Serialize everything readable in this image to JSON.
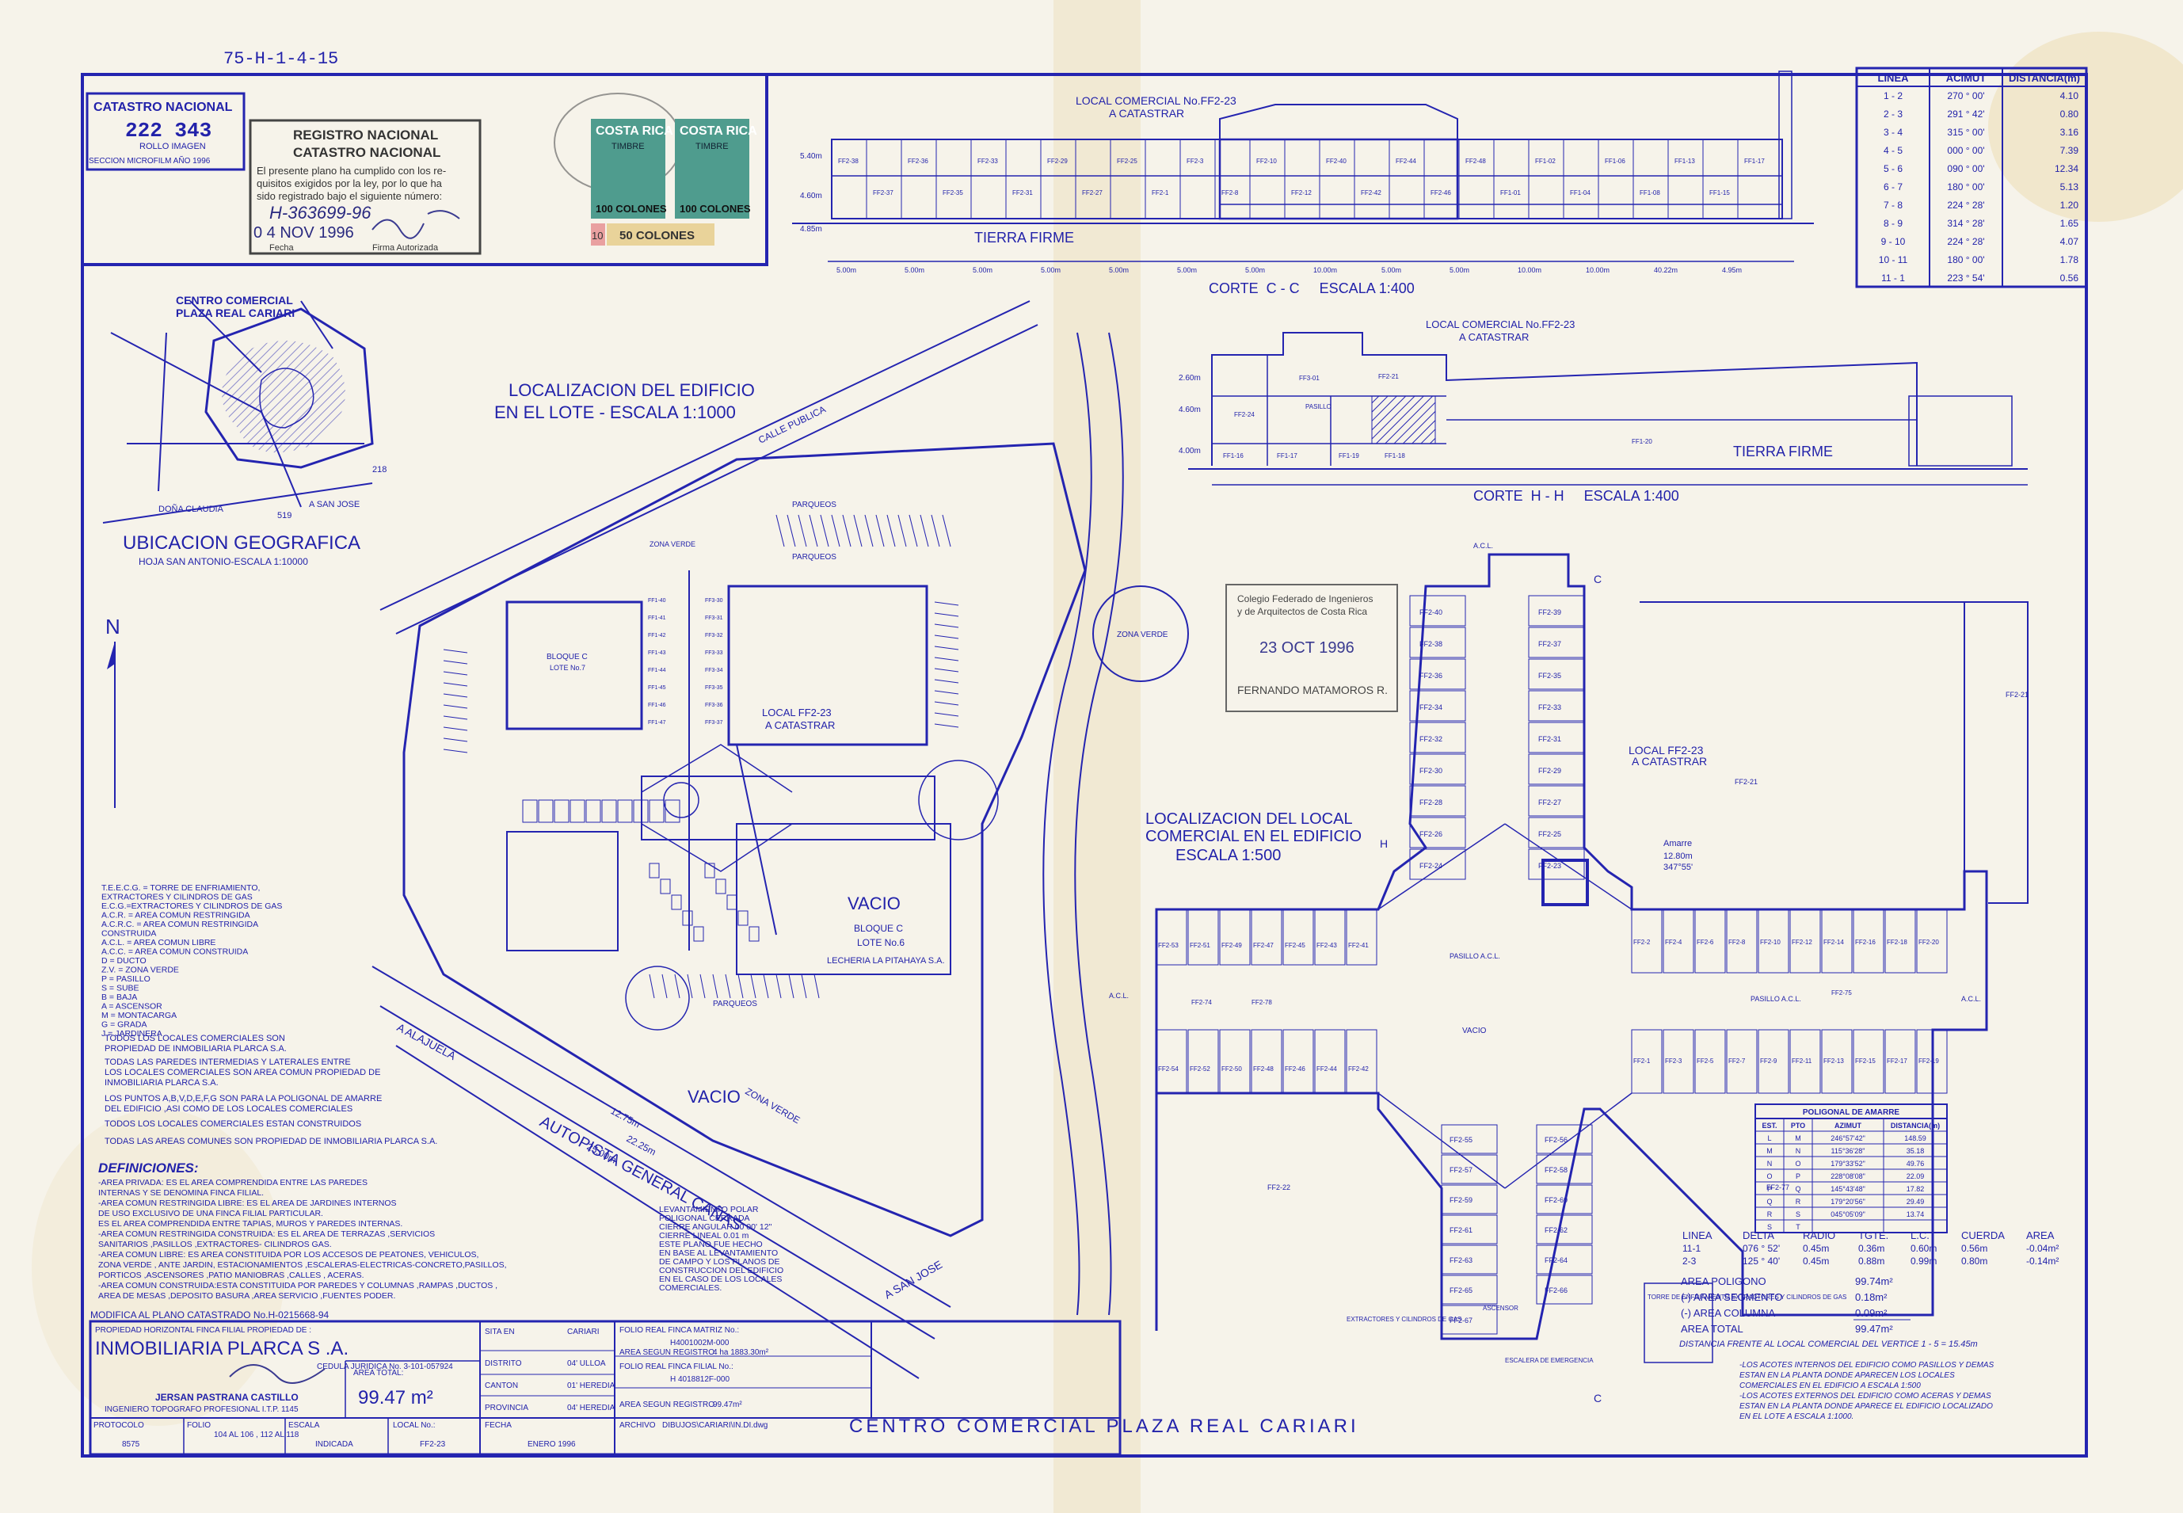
{
  "file_code": "75-H-1-4-15",
  "catastro": {
    "title": "CATASTRO NACIONAL",
    "number": "222 343",
    "rollo": "ROLLO IMAGEN",
    "seccion": "SECCION MICROFILM AÑO 1996"
  },
  "registro": {
    "title1": "REGISTRO NACIONAL",
    "title2": "CATASTRO NACIONAL",
    "body1": "El presente plano ha cumplido con los re-",
    "body2": "quisitos exigidos por la ley, por lo que ha",
    "body3": "sido registrado bajo el siguiente número:",
    "number": "H-363699-96",
    "date": "0 4 NOV 1996",
    "fecha": "Fecha",
    "firma": "Firma Autorizada"
  },
  "stamps": {
    "country": "COSTA RICA",
    "timbre": "TIMBRE",
    "value1": "100 COLONES",
    "value2": "100 COLONES",
    "value3": "50 COLONES",
    "small": "10"
  },
  "corte_cc": {
    "label_top1": "LOCAL COMERCIAL No.FF2-23",
    "label_top2": "A CATASTRAR",
    "ground": "TIERRA FIRME",
    "title": "CORTE  C - C     ESCALA 1:400",
    "dims": [
      "5.00m",
      "5.00m",
      "5.00m",
      "5.00m",
      "5.00m",
      "5.00m",
      "5.00m",
      "10.00m",
      "5.00m",
      "5.00m",
      "10.00m",
      "10.00m",
      "40.22m",
      "4.95m"
    ],
    "units": [
      "FF2-38",
      "FF2-37",
      "FF2-36",
      "FF2-35",
      "FF2-33",
      "FF2-31",
      "FF2-29",
      "FF2-27",
      "FF2-25",
      "FF2-1",
      "FF2-3",
      "FF2-8",
      "FF2-10",
      "FF2-12",
      "FF2-40",
      "FF2-42",
      "FF2-44",
      "FF2-46",
      "FF2-48",
      "FF1-01",
      "FF1-02",
      "FF1-04",
      "FF1-06",
      "FF1-08",
      "FF1-13",
      "FF1-15",
      "FF1-17"
    ],
    "levels": [
      "5.40m",
      "4.60m",
      "4.85m"
    ]
  },
  "corte_hh": {
    "label_top1": "LOCAL COMERCIAL No.FF2-23",
    "label_top2": "A CATASTRAR",
    "ground": "TIERRA FIRME",
    "title": "CORTE  H - H     ESCALA 1:400",
    "units": [
      "FF3-01",
      "FF2-21",
      "FF2-24",
      "PASILLO",
      "FF1-16",
      "FF1-17",
      "FF1-19",
      "FF1-18",
      "FF1-20"
    ],
    "levels": [
      "2.60m",
      "4.60m",
      "4.00m"
    ]
  },
  "azimut_table": {
    "headers": [
      "LINEA",
      "ACIMUT",
      "DISTANCIA(m)"
    ],
    "rows": [
      [
        "1 - 2",
        "270 ° 00'",
        "4.10"
      ],
      [
        "2 - 3",
        "291 ° 42'",
        "0.80"
      ],
      [
        "3 - 4",
        "315 ° 00'",
        "3.16"
      ],
      [
        "4 - 5",
        "000 ° 00'",
        "7.39"
      ],
      [
        "5 - 6",
        "090 ° 00'",
        "12.34"
      ],
      [
        "6 - 7",
        "180 ° 00'",
        "5.13"
      ],
      [
        "7 - 8",
        "224 ° 28'",
        "1.20"
      ],
      [
        "8 - 9",
        "314 ° 28'",
        "1.65"
      ],
      [
        "9 - 10",
        "224 ° 28'",
        "4.07"
      ],
      [
        "10 - 11",
        "180 ° 00'",
        "1.78"
      ],
      [
        "11 - 1",
        "223 ° 54'",
        "0.56"
      ]
    ]
  },
  "ubicacion": {
    "centro1": "CENTRO COMERCIAL",
    "centro2": "PLAZA REAL CARIARI",
    "title": "UBICACION GEOGRAFICA",
    "subtitle": "HOJA SAN ANTONIO-ESCALA 1:10000",
    "labels": [
      "A SAN JOSE",
      "DOÑA CLAUDIA",
      "519",
      "218"
    ]
  },
  "localizacion_lote": {
    "title1": "LOCALIZACION DEL EDIFICIO",
    "title2": "EN EL LOTE - ESCALA 1:1000",
    "local_label1": "LOCAL FF2-23",
    "local_label2": "A CATASTRAR",
    "vacio1": "VACIO",
    "vacio2": "VACIO",
    "bloque_c": "BLOQUE C",
    "lote6": "LOTE No.6",
    "lecheria": "LECHERIA LA PITAHAYA S.A.",
    "calle_publica": "CALLE PUBLICA",
    "autopista": "AUTOPISTA  GENERAL  CAÑAS",
    "alajuela": "A ALAJUELA",
    "san_jose": "A SAN JOSE",
    "zona_verde": "ZONA VERDE",
    "parqueos": "PARQUEOS",
    "bloque1": "BLOQUE C",
    "lote7": "LOTE No.7",
    "dims": [
      "12.75m",
      "22.25m",
      "25.00m"
    ]
  },
  "north": "N",
  "legend": [
    "T.E.E.C.G. = TORRE DE ENFRIAMIENTO,",
    "EXTRACTORES Y CILINDROS DE GAS",
    "E.C.G.=EXTRACTORES Y CILINDROS DE GAS",
    "A.C.R. = AREA COMUN RESTRINGIDA",
    "A.C.R.C. = AREA COMUN RESTRINGIDA",
    "CONSTRUIDA",
    "A.C.L. = AREA COMUN LIBRE",
    "A.C.C. = AREA COMUN CONSTRUIDA",
    "D = DUCTO",
    "Z.V. = ZONA VERDE",
    "P = PASILLO",
    "S = SUBE",
    "B = BAJA",
    "A = ASCENSOR",
    "M = MONTACARGA",
    "G = GRADA",
    "J = JARDINERA"
  ],
  "notes": [
    "TODOS LOS LOCALES COMERCIALES SON",
    "PROPIEDAD DE INMOBILIARIA PLARCA S.A.",
    "TODAS LAS PAREDES INTERMEDIAS Y LATERALES ENTRE",
    "LOS LOCALES COMERCIALES SON AREA COMUN PROPIEDAD DE",
    "INMOBILIARIA PLARCA S.A.",
    "LOS PUNTOS A,B,V,D,E,F,G SON PARA LA POLIGONAL DE AMARRE",
    "DEL EDIFICIO ,ASI COMO DE LOS LOCALES COMERCIALES",
    "TODOS LOS LOCALES COMERCIALES ESTAN CONSTRUIDOS",
    "TODAS LAS AREAS COMUNES SON PROPIEDAD DE INMOBILIARIA PLARCA S.A."
  ],
  "definiciones": {
    "title": "DEFINICIONES:",
    "lines": [
      "-AREA PRIVADA: ES EL AREA COMPRENDIDA ENTRE LAS PAREDES",
      "INTERNAS Y SE DENOMINA FINCA FILIAL.",
      "-AREA COMUN RESTRINGIDA LIBRE: ES EL AREA DE JARDINES INTERNOS",
      "DE USO EXCLUSIVO DE UNA FINCA FILIAL PARTICULAR.",
      "ES EL AREA COMPRENDIDA ENTRE TAPIAS, MUROS Y PAREDES INTERNAS.",
      "-AREA COMUN RESTRINGIDA CONSTRUIDA: ES EL AREA DE TERRAZAS ,SERVICIOS",
      "SANITARIOS ,PASILLOS ,EXTRACTORES- CILINDROS GAS.",
      "-AREA COMUN LIBRE: ES AREA CONSTITUIDA POR LOS ACCESOS DE PEATONES, VEHICULOS,",
      "ZONA VERDE , ANTE JARDIN, ESTACIONAMIENTOS ,ESCALERAS-ELECTRICAS-CONCRETO,PASILLOS,",
      "PORTICOS ,ASCENSORES ,PATIO MANIOBRAS ,CALLES , ACERAS.",
      "-AREA COMUN CONSTRUIDA:ESTA CONSTITUIDA POR PAREDES Y COLUMNAS ,RAMPAS ,DUCTOS ,",
      "AREA DE MESAS ,DEPOSITO BASURA ,AREA SERVICIO ,FUENTES PODER."
    ]
  },
  "levantamiento": [
    "LEVANTAMIENTO POLAR",
    "POLIGONAL  CERRADA",
    "CIERRE ANGULAR  00 00' 12\"",
    "CIERRE  LINEAL   0.01 m",
    "ESTE PLANO FUE HECHO",
    "EN BASE AL LEVANTAMIENTO",
    "DE CAMPO Y LOS PLANOS DE",
    "CONSTRUCCION DEL EDIFICIO",
    "EN EL CASO DE LOS LOCALES",
    "COMERCIALES."
  ],
  "colegio_stamp": {
    "line1": "Colegio Federado de Ingenieros",
    "line2": "y de Arquitectos de Costa Rica",
    "date": "23 OCT 1996",
    "name": "FERNANDO MATAMOROS R."
  },
  "localizacion_local": {
    "title1": "LOCALIZACION DEL LOCAL",
    "title2": "COMERCIAL EN EL EDIFICIO",
    "title3": "ESCALA 1:500",
    "local_label1": "LOCAL FF2-23",
    "local_label2": "A CATASTRAR",
    "amarre1": "Amarre",
    "amarre2": "12.80m",
    "amarre3": "347°55'",
    "units_left": [
      "FF2-53",
      "FF2-51",
      "FF2-49",
      "FF2-47",
      "FF2-45",
      "FF2-43",
      "FF2-41",
      "FF2-54",
      "FF2-52",
      "FF2-50",
      "FF2-48",
      "FF2-46",
      "FF2-44",
      "FF2-42",
      "FF2-74",
      "FF2-78"
    ],
    "units_top": [
      "FF2-40",
      "FF2-38",
      "FF2-36",
      "FF2-34",
      "FF2-32",
      "FF2-30",
      "FF2-28",
      "FF2-26",
      "FF2-24",
      "FF2-39",
      "FF2-37",
      "FF2-35",
      "FF2-33",
      "FF2-31",
      "FF2-29",
      "FF2-27",
      "FF2-25",
      "FF2-23"
    ],
    "units_right": [
      "FF2-2",
      "FF2-4",
      "FF2-6",
      "FF2-8",
      "FF2-10",
      "FF2-12",
      "FF2-14",
      "FF2-16",
      "FF2-18",
      "FF2-20",
      "FF2-1",
      "FF2-3",
      "FF2-5",
      "FF2-7",
      "FF2-9",
      "FF2-11",
      "FF2-13",
      "FF2-15",
      "FF2-17",
      "FF2-19",
      "FF2-75"
    ],
    "units_bottom": [
      "FF2-55",
      "FF2-57",
      "FF2-59",
      "FF2-61",
      "FF2-63",
      "FF2-65",
      "FF2-67",
      "FF2-56",
      "FF2-58",
      "FF2-60",
      "FF2-62",
      "FF2-64",
      "FF2-66",
      "FF2-77",
      "FF2-21",
      "FF2-22"
    ],
    "pasillo": "PASILLO A.C.L.",
    "vacio": "VACIO",
    "acl": "A.C.L.",
    "torre": "TORRE DE ENFRIAMIENTO EXTRACTORES Y CILINDROS DE GAS",
    "extractores": "EXTRACTORES Y CILINDROS DE GAS",
    "ascensor": "ASCENSOR",
    "escalera": "ESCALERA DE EMERGENCIA",
    "section_c": "C",
    "section_h": "H"
  },
  "poligonal": {
    "title": "POLIGONAL DE AMARRE",
    "headers": [
      "EST.",
      "PTO",
      "AZIMUT",
      "DISTANCIA(m)"
    ],
    "rows": [
      [
        "L",
        "M",
        "246°57'42\"",
        "148.59"
      ],
      [
        "M",
        "N",
        "115°36'28\"",
        "35.18"
      ],
      [
        "N",
        "O",
        "179°33'52\"",
        "49.76"
      ],
      [
        "O",
        "P",
        "228°08'08\"",
        "22.09"
      ],
      [
        "P",
        "Q",
        "145°43'48\"",
        "17.82"
      ],
      [
        "Q",
        "R",
        "179°20'56\"",
        "29.49"
      ],
      [
        "R",
        "S",
        "045°05'09\"",
        "13.74"
      ],
      [
        "S",
        "T",
        "",
        ""
      ]
    ]
  },
  "curve_table": {
    "headers": [
      "LINEA",
      "DELTA",
      "RADIO",
      "TGTE.",
      "L.C.",
      "CUERDA",
      "AREA"
    ],
    "rows": [
      [
        "11-1",
        "076 ° 52'",
        "0.45m",
        "0.36m",
        "0.60m",
        "0.56m",
        "-0.04m²"
      ],
      [
        "2-3",
        "125 ° 40'",
        "0.45m",
        "0.88m",
        "0.99m",
        "0.80m",
        "-0.14m²"
      ]
    ]
  },
  "areas": [
    [
      "AREA POLIGONO",
      "99.74m²"
    ],
    [
      "(-) AREA SEGMENTO",
      "0.18m²"
    ],
    [
      "(-) AREA COLUMNA",
      "0.09m²"
    ],
    [
      "AREA TOTAL",
      "99.47m²"
    ]
  ],
  "distancia_frente": "DISTANCIA FRENTE AL LOCAL COMERCIAL DEL VERTICE 1 - 5 = 15.45m",
  "acotes": [
    "-LOS ACOTES INTERNOS DEL EDIFICIO COMO PASILLOS Y DEMAS",
    "ESTAN EN LA PLANTA DONDE APARECEN LOS LOCALES",
    "COMERCIALES EN EL EDIFICIO A ESCALA 1:500",
    "-LOS ACOTES EXTERNOS DEL EDIFICIO COMO ACERAS Y DEMAS",
    "ESTAN EN LA PLANTA DONDE APARECE EL EDIFICIO LOCALIZADO",
    "EN EL LOTE A ESCALA 1:1000."
  ],
  "modifica": "MODIFICA AL PLANO CATASTRADO No.H-0215668-94",
  "title_block": {
    "propiedad": "PROPIEDAD HORIZONTAL FINCA FILIAL PROPIEDAD DE :",
    "owner": "INMOBILIARIA PLARCA S .A.",
    "cedula": "CEDULA JURIDICA No. 3-101-057924",
    "area_total_label": "AREA TOTAL:",
    "area_total": "99.47 m²",
    "engineer": "JERSAN PASTRANA CASTILLO",
    "engineer_title": "INGENIERO TOPOGRAFO PROFESIONAL I.T.P. 1145",
    "protocolo_label": "PROTOCOLO",
    "protocolo": "8575",
    "folio_label": "FOLIO",
    "folio": "104 AL 106 ,  112 AL 118",
    "escala_label": "ESCALA",
    "escala": "INDICADA",
    "local_label": "LOCAL No.:",
    "local": "FF2-23",
    "sita_label": "SITA EN",
    "sita": "CARIARI",
    "distrito_label": "DISTRITO",
    "distrito": "04' ULLOA",
    "canton_label": "CANTON",
    "canton": "01' HEREDIA",
    "provincia_label": "PROVINCIA",
    "provincia": "04' HEREDIA",
    "fecha_label": "FECHA",
    "fecha": "ENERO 1996",
    "folio_matriz_label": "FOLIO REAL FINCA MATRIZ No.:",
    "folio_matriz": "H4001002M-000",
    "area_registro_label": "AREA SEGUN REGISTRO",
    "area_registro_matriz": "4 ha 1883.30m²",
    "folio_filial_label": "FOLIO REAL FINCA FILIAL No.:",
    "folio_filial": "H 4018812F-000",
    "area_registro_filial": "99.47m²",
    "archivo_label": "ARCHIVO",
    "archivo": "DIBUJOS\\CARIARI\\IN.DI.dwg"
  },
  "footer_title": "CENTRO COMERCIAL PLAZA REAL CARIARI",
  "colors": {
    "ink": "#2424b0",
    "paper": "#f6f3ea",
    "stamp_green": "#3f8f83",
    "stain": "#e9d8a8"
  }
}
